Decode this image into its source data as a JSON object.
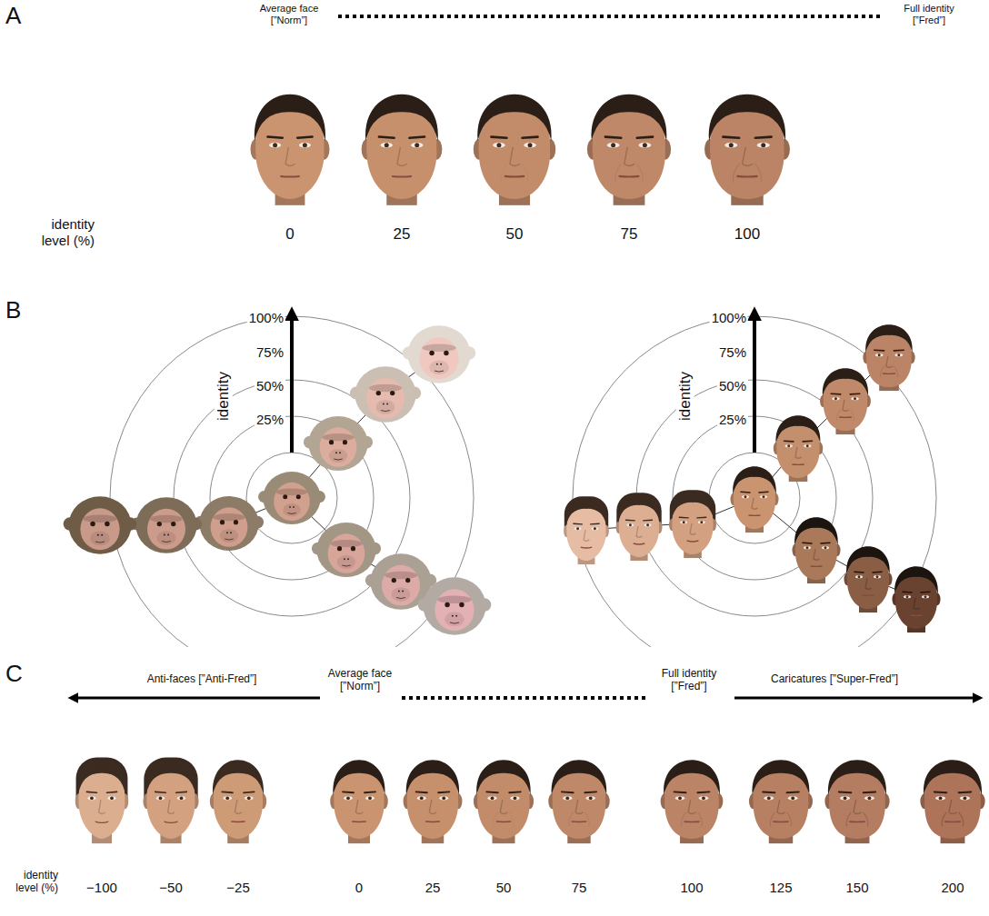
{
  "diagram": {
    "labels": [
      "A",
      "Average face [”Norm”]",
      "Full identity [”Fred”]",
      "identity level (%)",
      "0",
      "25",
      "50",
      "75",
      "100",
      "B",
      "100%",
      "75%",
      "50%",
      "25%",
      "identity",
      "100%",
      "75%",
      "50%",
      "25%",
      "identity",
      "C",
      "Anti-faces [”Anti-Fred”]",
      "Average face [”Norm”]",
      "Full identity [”Fred”]",
      "Caricatures [”Super-Fred”]",
      "identity level (%)",
      "−100",
      "−50",
      "−25",
      "0",
      "25",
      "50",
      "75",
      "100",
      "125",
      "150",
      "200"
    ]
  }
}
